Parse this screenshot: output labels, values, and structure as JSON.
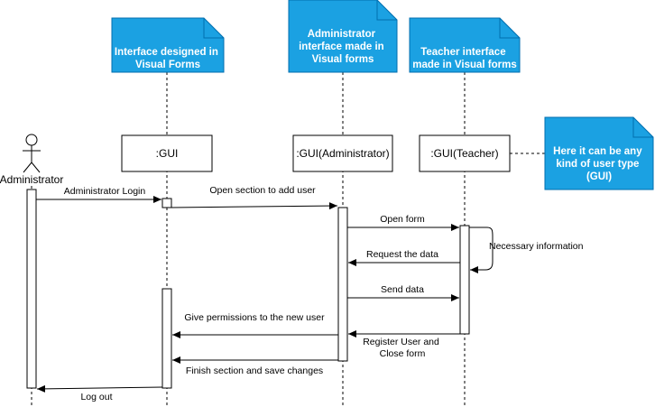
{
  "notes": [
    {
      "lines": [
        "Interface designed in",
        "Visual Forms"
      ]
    },
    {
      "lines": [
        "Administrator",
        "interface made in",
        "Visual forms"
      ]
    },
    {
      "lines": [
        "Teacher interface",
        "made in Visual forms"
      ]
    },
    {
      "lines": [
        "Here it can be any",
        "kind of user type",
        "(GUI)"
      ]
    }
  ],
  "actor": {
    "label": "Administrator"
  },
  "lifelines": [
    {
      "label": ":GUI"
    },
    {
      "label": ":GUI(Administrator)"
    },
    {
      "label": ":GUI(Teacher)"
    }
  ],
  "messages": {
    "admin_login": "Administrator Login",
    "open_section": "Open section to add user",
    "open_form": "Open form",
    "necessary_info": "Necessary information",
    "request_data": "Request the data",
    "send_data": "Send data",
    "give_permissions": "Give permissions to the new user",
    "register_close": [
      "Register User and",
      "Close form"
    ],
    "finish_section": "Finish section and save changes",
    "log_out": "Log out"
  },
  "colors": {
    "note_fill": "#1ba1e2",
    "note_stroke": "#006eaf",
    "line": "#000000"
  }
}
